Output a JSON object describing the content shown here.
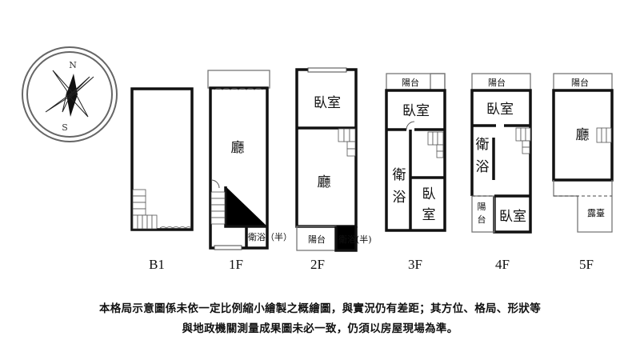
{
  "compass": {
    "north": "N",
    "south": "S"
  },
  "floors": [
    {
      "label": "B1",
      "rooms": []
    },
    {
      "label": "1F",
      "rooms": [
        "廳",
        "衛浴（半）"
      ]
    },
    {
      "label": "2F",
      "rooms": [
        "臥室",
        "廳",
        "陽台",
        "衛浴(半)"
      ]
    },
    {
      "label": "3F",
      "rooms": [
        "陽台",
        "臥室",
        "衛",
        "浴",
        "臥",
        "室"
      ]
    },
    {
      "label": "4F",
      "rooms": [
        "陽台",
        "臥室",
        "衛",
        "浴",
        "陽",
        "台",
        "臥室"
      ]
    },
    {
      "label": "5F",
      "rooms": [
        "陽台",
        "廳",
        "露臺"
      ]
    }
  ],
  "disclaimer": [
    "本格局示意圖係未依一定比例縮小繪製之概繪圖，與實況仍有差距；其方位、格局、形狀等",
    "與地政機關測量成果圖未必一致，仍須以房屋現場為準。"
  ]
}
